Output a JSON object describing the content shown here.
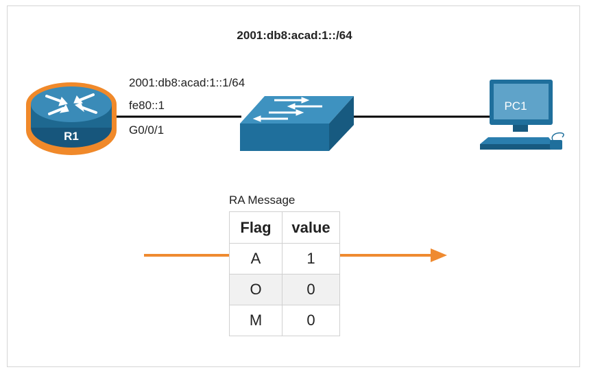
{
  "subnet_label": "2001:db8:acad:1::/64",
  "router": {
    "name": "R1",
    "global_address": "2001:db8:acad:1::1/64",
    "link_local": "fe80::1",
    "interface": "G0/0/1"
  },
  "pc": {
    "name": "PC1"
  },
  "ra_message": {
    "title": "RA Message",
    "headers": [
      "Flag",
      "value"
    ],
    "rows": [
      {
        "flag": "A",
        "value": "1"
      },
      {
        "flag": "O",
        "value": "0"
      },
      {
        "flag": "M",
        "value": "0"
      }
    ]
  },
  "colors": {
    "device_blue": "#1f6f9c",
    "router_ring": "#f0892a",
    "arrow": "#ef8a30"
  }
}
